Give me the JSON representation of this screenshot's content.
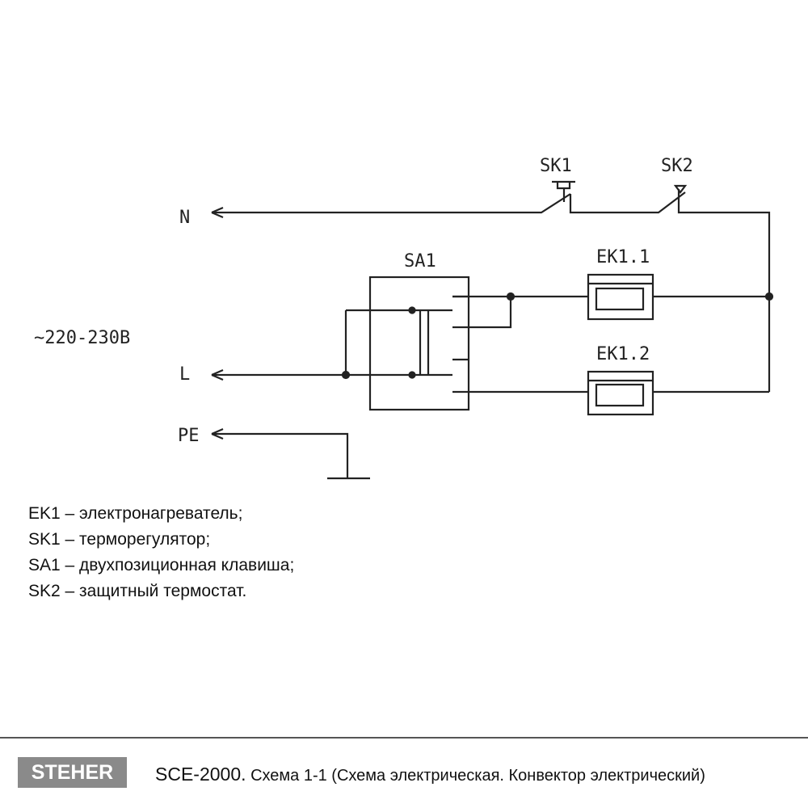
{
  "diagram": {
    "labels": {
      "N": "N",
      "L": "L",
      "PE": "PE",
      "voltage": "~220-230В",
      "SA1": "SA1",
      "SK1": "SK1",
      "SK2": "SK2",
      "EK11": "EK1.1",
      "EK12": "EK1.2"
    }
  },
  "legend": [
    "EK1 – электронагреватель;",
    "SK1 – терморегулятор;",
    "SA1 – двухпозиционная клавиша;",
    "SK2 – защитный термостат."
  ],
  "footer": {
    "logo": "STEHER",
    "model": "SCE-2000.",
    "caption": " Схема 1-1 (Схема электрическая. Конвектор электрический)",
    "logo_color": "#8a8a8a"
  }
}
